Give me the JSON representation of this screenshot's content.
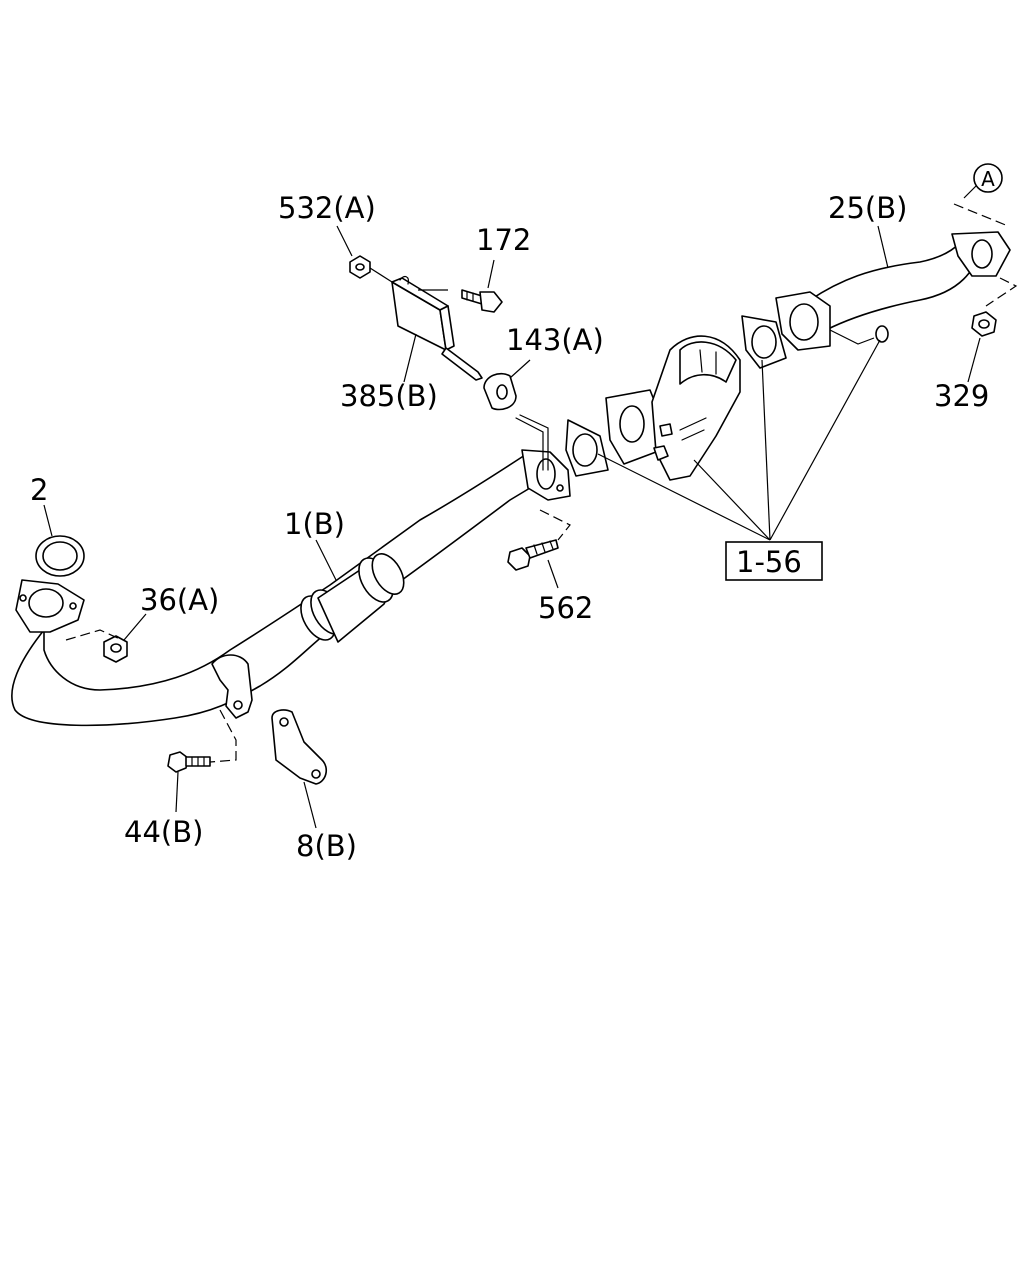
{
  "diagram": {
    "colors": {
      "line": "#000000",
      "background": "#ffffff"
    },
    "labels": {
      "p532a": "532(A)",
      "p172": "172",
      "p143a": "143(A)",
      "p385b": "385(B)",
      "p25b": "25(B)",
      "p329": "329",
      "p2": "2",
      "p1b": "1(B)",
      "p36a": "36(A)",
      "p562": "562",
      "p156": "1-56",
      "p44b": "44(B)",
      "p8b": "8(B)",
      "refA": "A"
    }
  }
}
